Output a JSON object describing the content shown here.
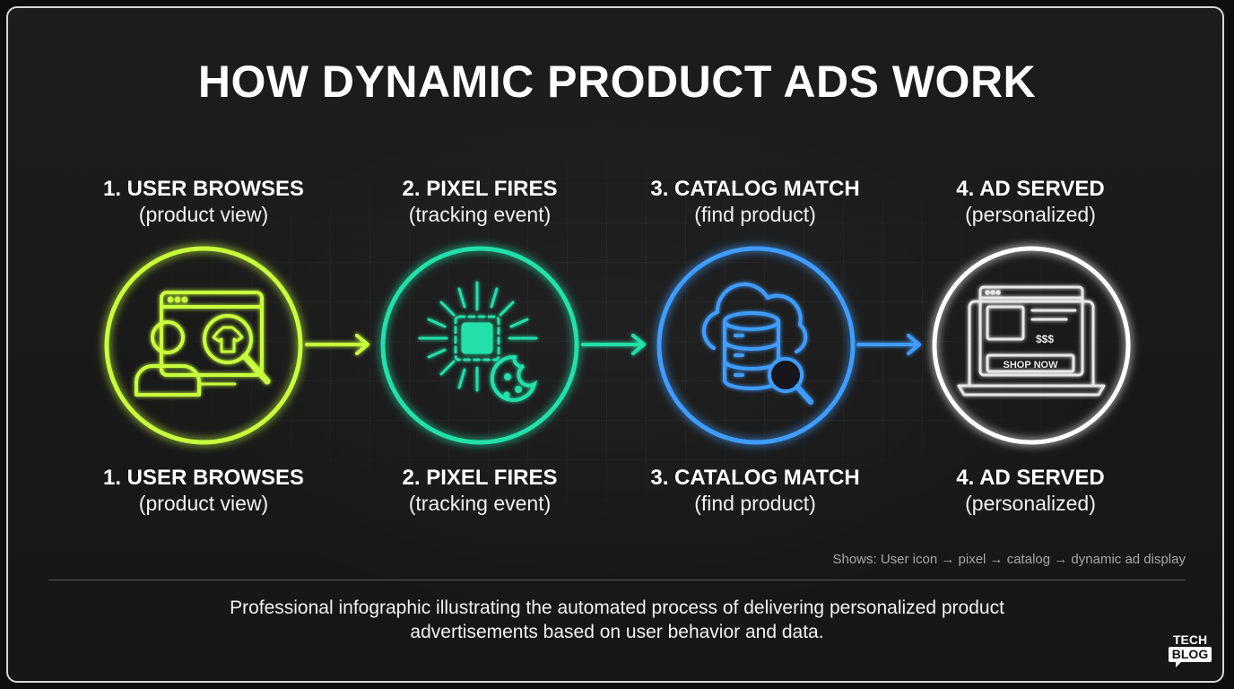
{
  "title": "HOW DYNAMIC PRODUCT ADS WORK",
  "steps": [
    {
      "name": "1. USER BROWSES",
      "sub": "(product view)",
      "icon": "user-browsing-icon",
      "color": "#c8ff3c"
    },
    {
      "name": "2. PIXEL FIRES",
      "sub": "(tracking event)",
      "icon": "pixel-cookie-icon",
      "color": "#22e0a8"
    },
    {
      "name": "3. CATALOG MATCH",
      "sub": "(find product)",
      "icon": "cloud-database-search-icon",
      "color": "#3f9dff"
    },
    {
      "name": "4. AD SERVED",
      "sub": "(personalized)",
      "icon": "laptop-ad-icon",
      "color": "#ffffff"
    }
  ],
  "ad": {
    "price": "$$$",
    "cta": "SHOP NOW"
  },
  "flow_caption": "Shows: User icon → pixel → catalog → dynamic ad display",
  "description": "Professional infographic illustrating the automated process of delivering personalized product advertisements based on user behavior and data.",
  "logo": {
    "line1": "TECH",
    "line2": "BLOG"
  }
}
